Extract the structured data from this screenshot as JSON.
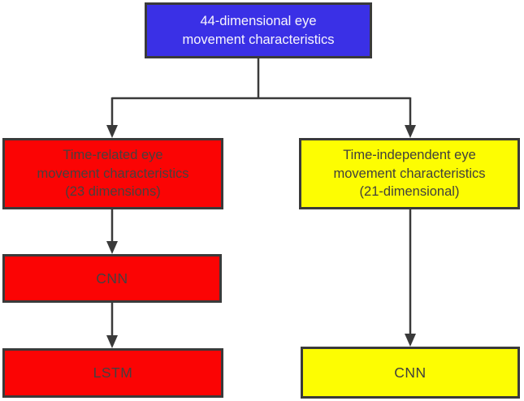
{
  "diagram": {
    "title": "Eye movement feature / model flowchart",
    "nodes": {
      "root": {
        "label": "44-dimensional eye\nmovement characteristics",
        "fill": "#3a30e6",
        "text_color": "#f7f5fd"
      },
      "time_related": {
        "label": "Time-related eye\nmovement characteristics\n(23 dimensions)",
        "fill": "#fb0404",
        "text_color": "#47403e"
      },
      "time_independent": {
        "label": "Time-independent eye\nmovement characteristics\n(21-dimensional)",
        "fill": "#fdfd02",
        "text_color": "#403f3d"
      },
      "cnn_left": {
        "label": "CNN",
        "fill": "#fb0404",
        "text_color": "#454040"
      },
      "lstm": {
        "label": "LSTM",
        "fill": "#fb0404",
        "text_color": "#454040"
      },
      "cnn_right": {
        "label": "CNN",
        "fill": "#fdfd02",
        "text_color": "#403f3d"
      }
    },
    "border_color": "#3a3a3a",
    "connector_color": "#3a3a3a"
  }
}
